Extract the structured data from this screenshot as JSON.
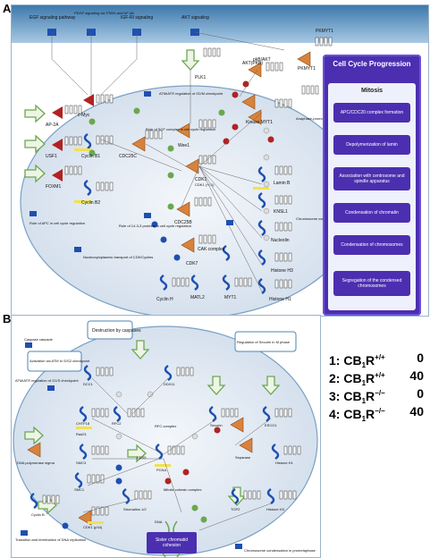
{
  "panels": {
    "a": "A",
    "b": "B"
  },
  "panel_a": {
    "top_labels": [
      "EGF signaling pathway",
      "PDGF signaling via STATs and NF-kB",
      "IGF-RI signaling",
      "AKT signaling"
    ],
    "nodes": [
      "AP-2A",
      "USF1",
      "FOXM1",
      "c-Myc",
      "Cyclin B1",
      "Cyclin B2",
      "CDC25C",
      "Wee1",
      "CDC25B",
      "CDK1",
      "CDK1 (+/-1)",
      "AKT(PKB)",
      "PKMYT1",
      "PLK1",
      "Kinase MYT1",
      "Anaphase-promoting complex (APC)",
      "Lamin B",
      "KNSL1",
      "Nucleolin",
      "Histone H3",
      "Histone H1",
      "MYT1",
      "MATL2",
      "Cyclin H",
      "CDK7",
      "CAK complex",
      "PKMYT1",
      "pkB/AKT"
    ],
    "notes": [
      "ATM/ATR regulation of G2/M checkpoint",
      "Role of SCF complex in cell cycle regulation",
      "Role of 14-3-3 proteins in cell cycle regulation",
      "Role of APC in cell cycle regulation",
      "Nucleocytoplasmic transport of CDK/Cyclins",
      "Chromosome condensation in prometaphase"
    ],
    "sidebar": {
      "title": "Cell Cycle Progression",
      "subtitle": "Mitosis",
      "processes": [
        "APC/CDC20 complex formation",
        "Depolymerization of lamin",
        "Association with centrosome and spindle apparatus",
        "Condensation of chromatin",
        "Condensation of chromosomes",
        "Segregation of the condensed chromosomes"
      ]
    }
  },
  "panel_b": {
    "callouts": [
      "Destruction by caspases",
      "Activation via ATM in S/G2 checkpoint",
      "Regulation of Securin in M phase"
    ],
    "notes": [
      "Caspase cascade",
      "ATM/ATR regulation of G1/S checkpoint",
      "Transition and termination of DNA replication",
      "Chromosome condensation in prometaphase"
    ],
    "nodes": [
      "DCC1",
      "CHTF18",
      "RFC2",
      "DDX11",
      "RFC complex",
      "Securin",
      "ESCO1",
      "Rad21",
      "SMC3",
      "PDS5",
      "PCNA",
      "Separase",
      "Histone H1",
      "DNA polymerase sigma",
      "SMC1",
      "Mitotic cohesin complex",
      "Histone H3",
      "Cyclin B",
      "CDK1 (p34)",
      "Stromalins 1/2",
      "DNA",
      "TOP2"
    ],
    "cohesion": "Sister chromatid cohesion"
  },
  "legend": [
    {
      "num": "1:",
      "base": "CB",
      "sub": "1",
      "r": "R",
      "sup": "+/+",
      "val": "0"
    },
    {
      "num": "2:",
      "base": "CB",
      "sub": "1",
      "r": "R",
      "sup": "+/+",
      "val": "40"
    },
    {
      "num": "3:",
      "base": "CB",
      "sub": "1",
      "r": "R",
      "sup": "−/−",
      "val": "0"
    },
    {
      "num": "4:",
      "base": "CB",
      "sub": "1",
      "r": "R",
      "sup": "−/−",
      "val": "40"
    }
  ],
  "colors": {
    "membrane": "#4d86b5",
    "cell": "#dfe8f2",
    "sidebar": "#4b2fb0",
    "arrow_green": "#6aa84f",
    "arrow_red": "#b22222",
    "kinase": "#d9823b",
    "gene": "#1f4fb0"
  }
}
